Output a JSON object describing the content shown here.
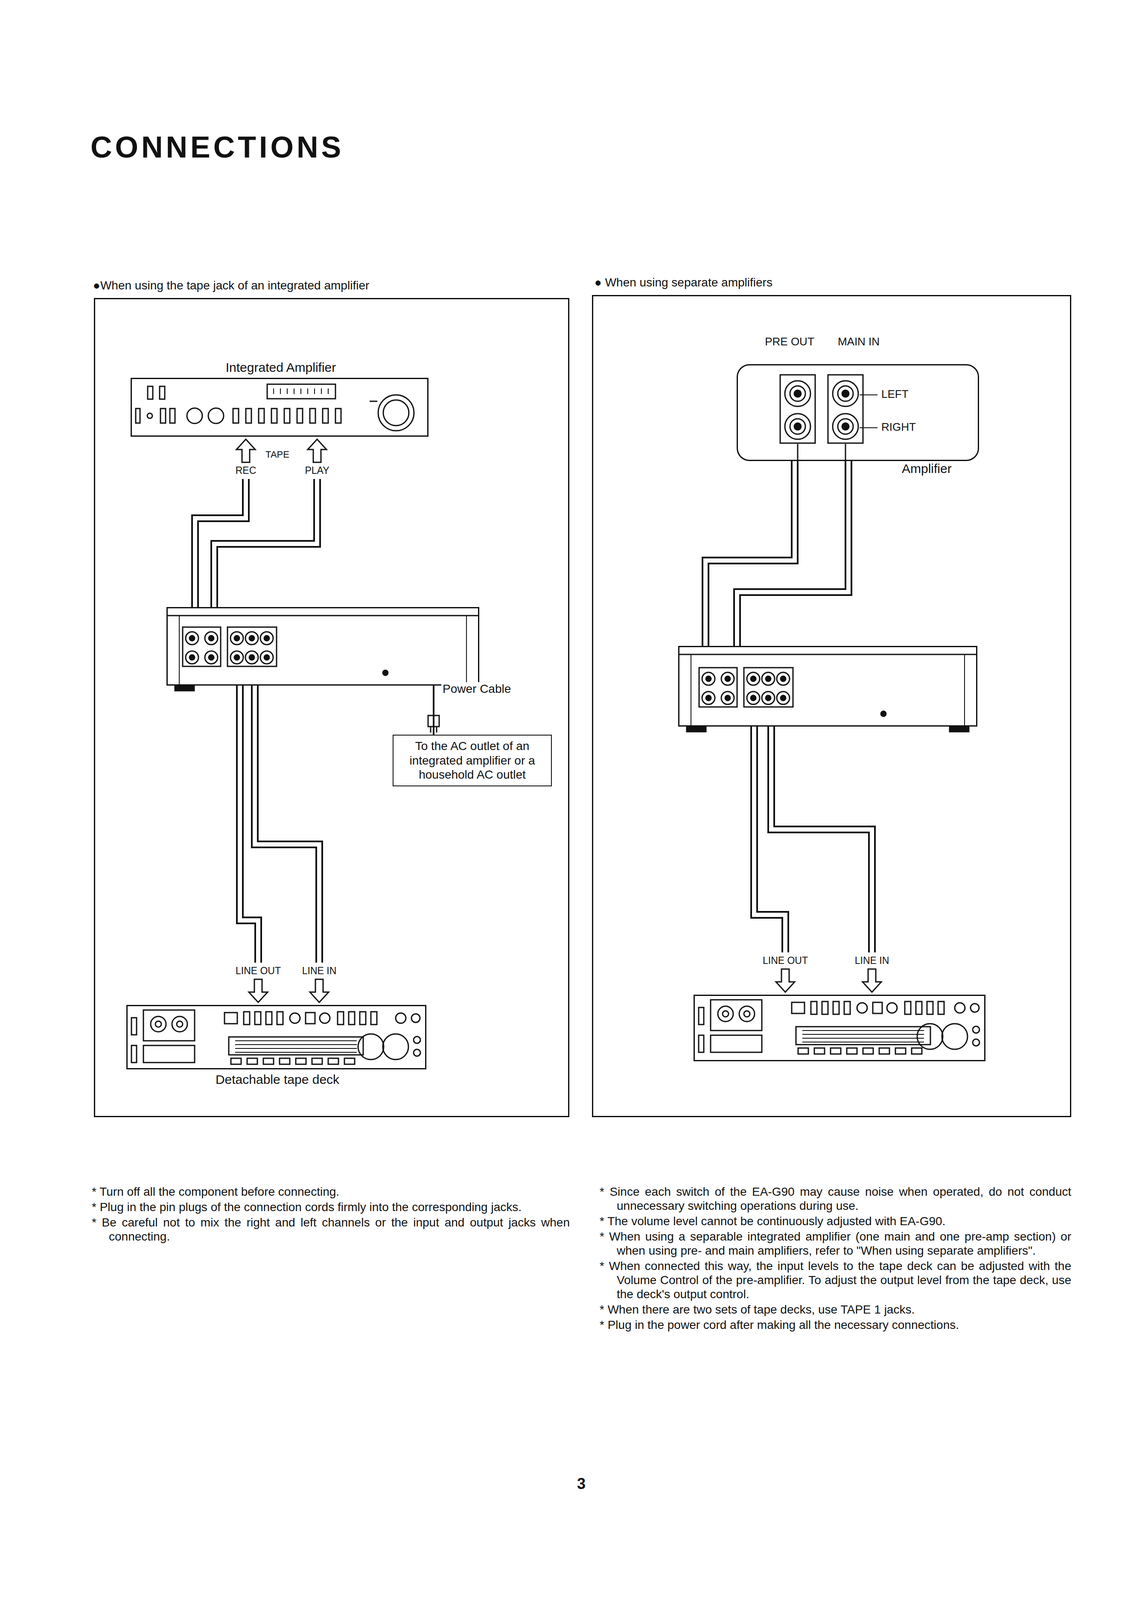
{
  "diagram": {
    "title": "CONNECTIONS",
    "nodes": [
      {
        "text": [
          "●When using the tape jack of an integrated amplifier"
        ]
      },
      {
        "text": [
          "Integrated Amplifier"
        ],
        "in": 0
      },
      {
        "text": [],
        "in": 0
      },
      {
        "text": [
          "To the AC outlet of an integrated amplifier or a household AC outlet"
        ],
        "in": 0
      },
      {
        "text": [
          "Detachable tape deck"
        ],
        "in": 0
      },
      {
        "text": [
          "● When using separate amplifiers"
        ]
      },
      {
        "text": [
          "Amplifier"
        ],
        "in": 5
      },
      {
        "text": [],
        "in": 5
      },
      {
        "text": [],
        "in": 5
      }
    ],
    "edges": [
      {
        "from": 2,
        "to": 1,
        "arrow": "to",
        "label": "REC"
      },
      {
        "from": 2,
        "to": 1,
        "arrow": "to",
        "label": "PLAY"
      },
      {
        "from": 2,
        "to": 3,
        "arrow": "none",
        "label": "Power Cable"
      },
      {
        "from": 2,
        "to": 4,
        "arrow": "to",
        "label": "LINE OUT"
      },
      {
        "from": 2,
        "to": 4,
        "arrow": "to",
        "label": "LINE IN"
      },
      {
        "from": 6,
        "to": 7,
        "arrow": "none"
      },
      {
        "from": 7,
        "to": 6,
        "arrow": "none"
      },
      {
        "from": 7,
        "to": 8,
        "arrow": "to",
        "label": "LINE OUT"
      },
      {
        "from": 7,
        "to": 8,
        "arrow": "to",
        "label": "LINE IN"
      }
    ],
    "labels": [
      "TAPE",
      "PRE OUT",
      "MAIN IN",
      "LEFT",
      "RIGHT",
      "* Turn off all the component before connecting.",
      "* Plug in the pin plugs of the connection cords firmly into the corresponding jacks.",
      "* Be careful not to mix the right and left channels or the input and output jacks when connecting.",
      "* Since each switch of the EA-G90 may cause noise when operated, do not conduct unnecessary switching operations during use.",
      "* The volume level cannot be continuously adjusted with EA-G90.",
      "* When using a separable integrated amplifier (one main and one pre-amp section) or when using pre- and main amplifiers, refer to \"When using separate amplifiers\".",
      "* When connected this way, the input levels to the tape deck can be adjusted with the Volume Control of the pre-amplifier. To adjust the output level from the tape deck, use the deck's output control.",
      "* When there are two sets of tape decks, use TAPE 1 jacks.",
      "* Plug in the power cord after making all the necessary connections.",
      "3"
    ]
  }
}
